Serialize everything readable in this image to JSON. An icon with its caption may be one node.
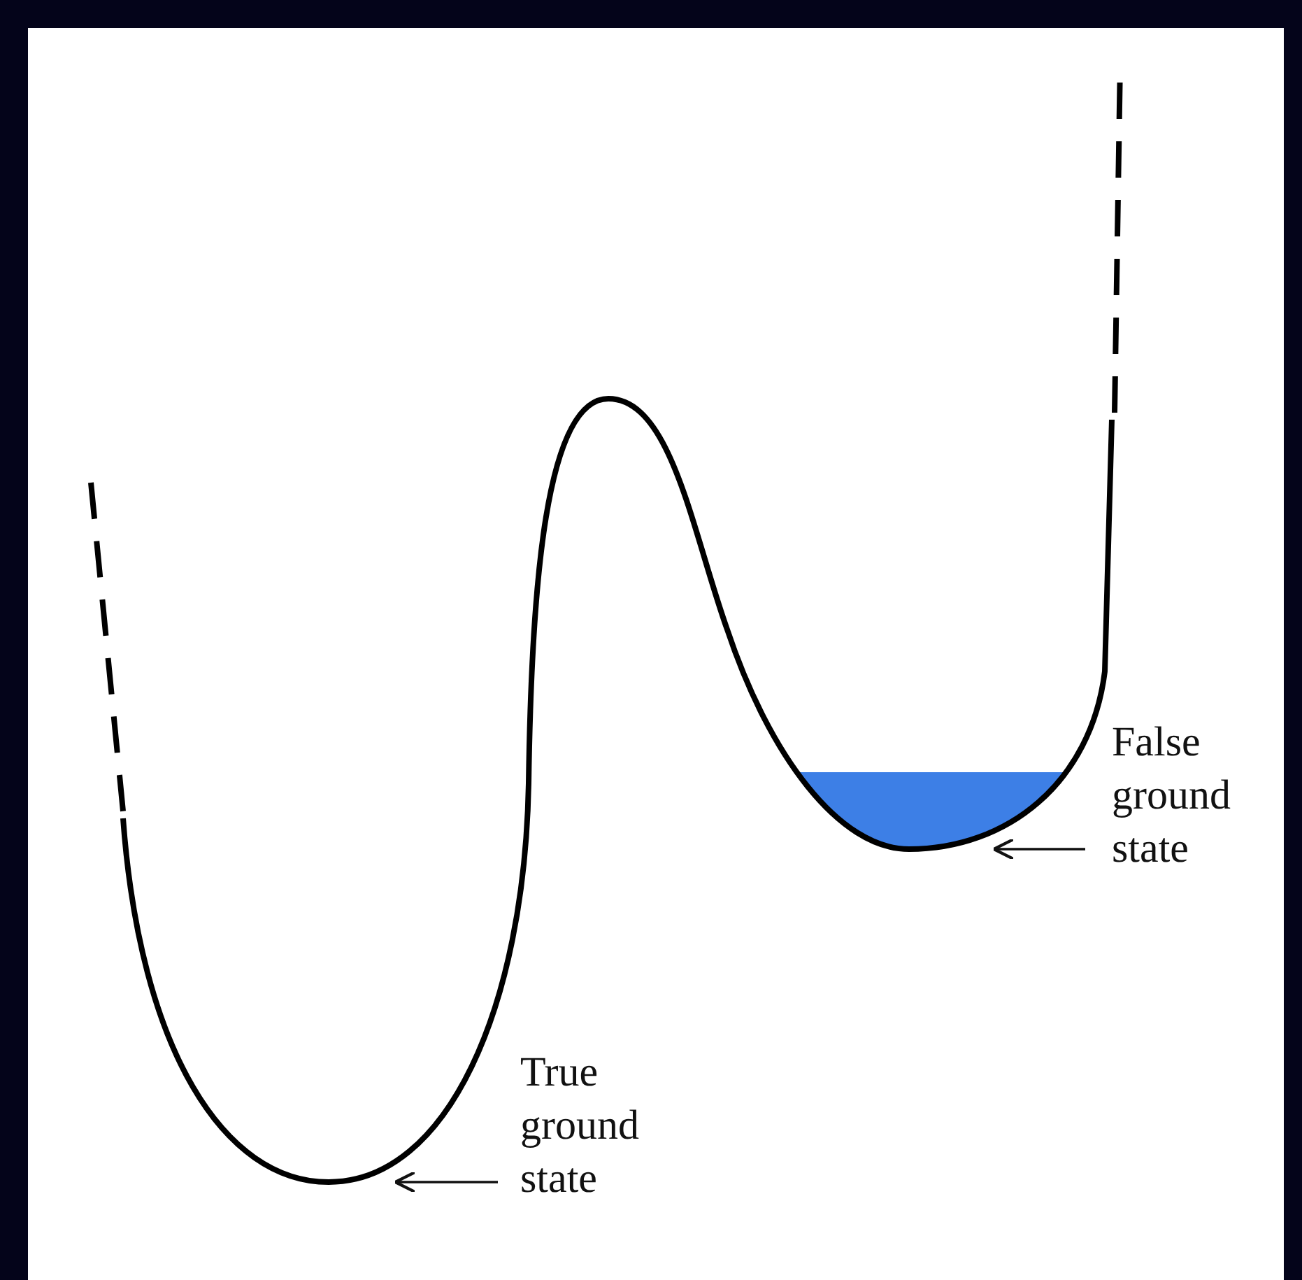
{
  "diagram": {
    "nodes": [
      {
        "text": [
          "True ground state"
        ]
      },
      {
        "text": [
          "False ground state"
        ]
      }
    ],
    "edges": [
      {
        "from": 0,
        "to": null,
        "arrow": "to"
      },
      {
        "from": 1,
        "to": null,
        "arrow": "to"
      }
    ]
  }
}
